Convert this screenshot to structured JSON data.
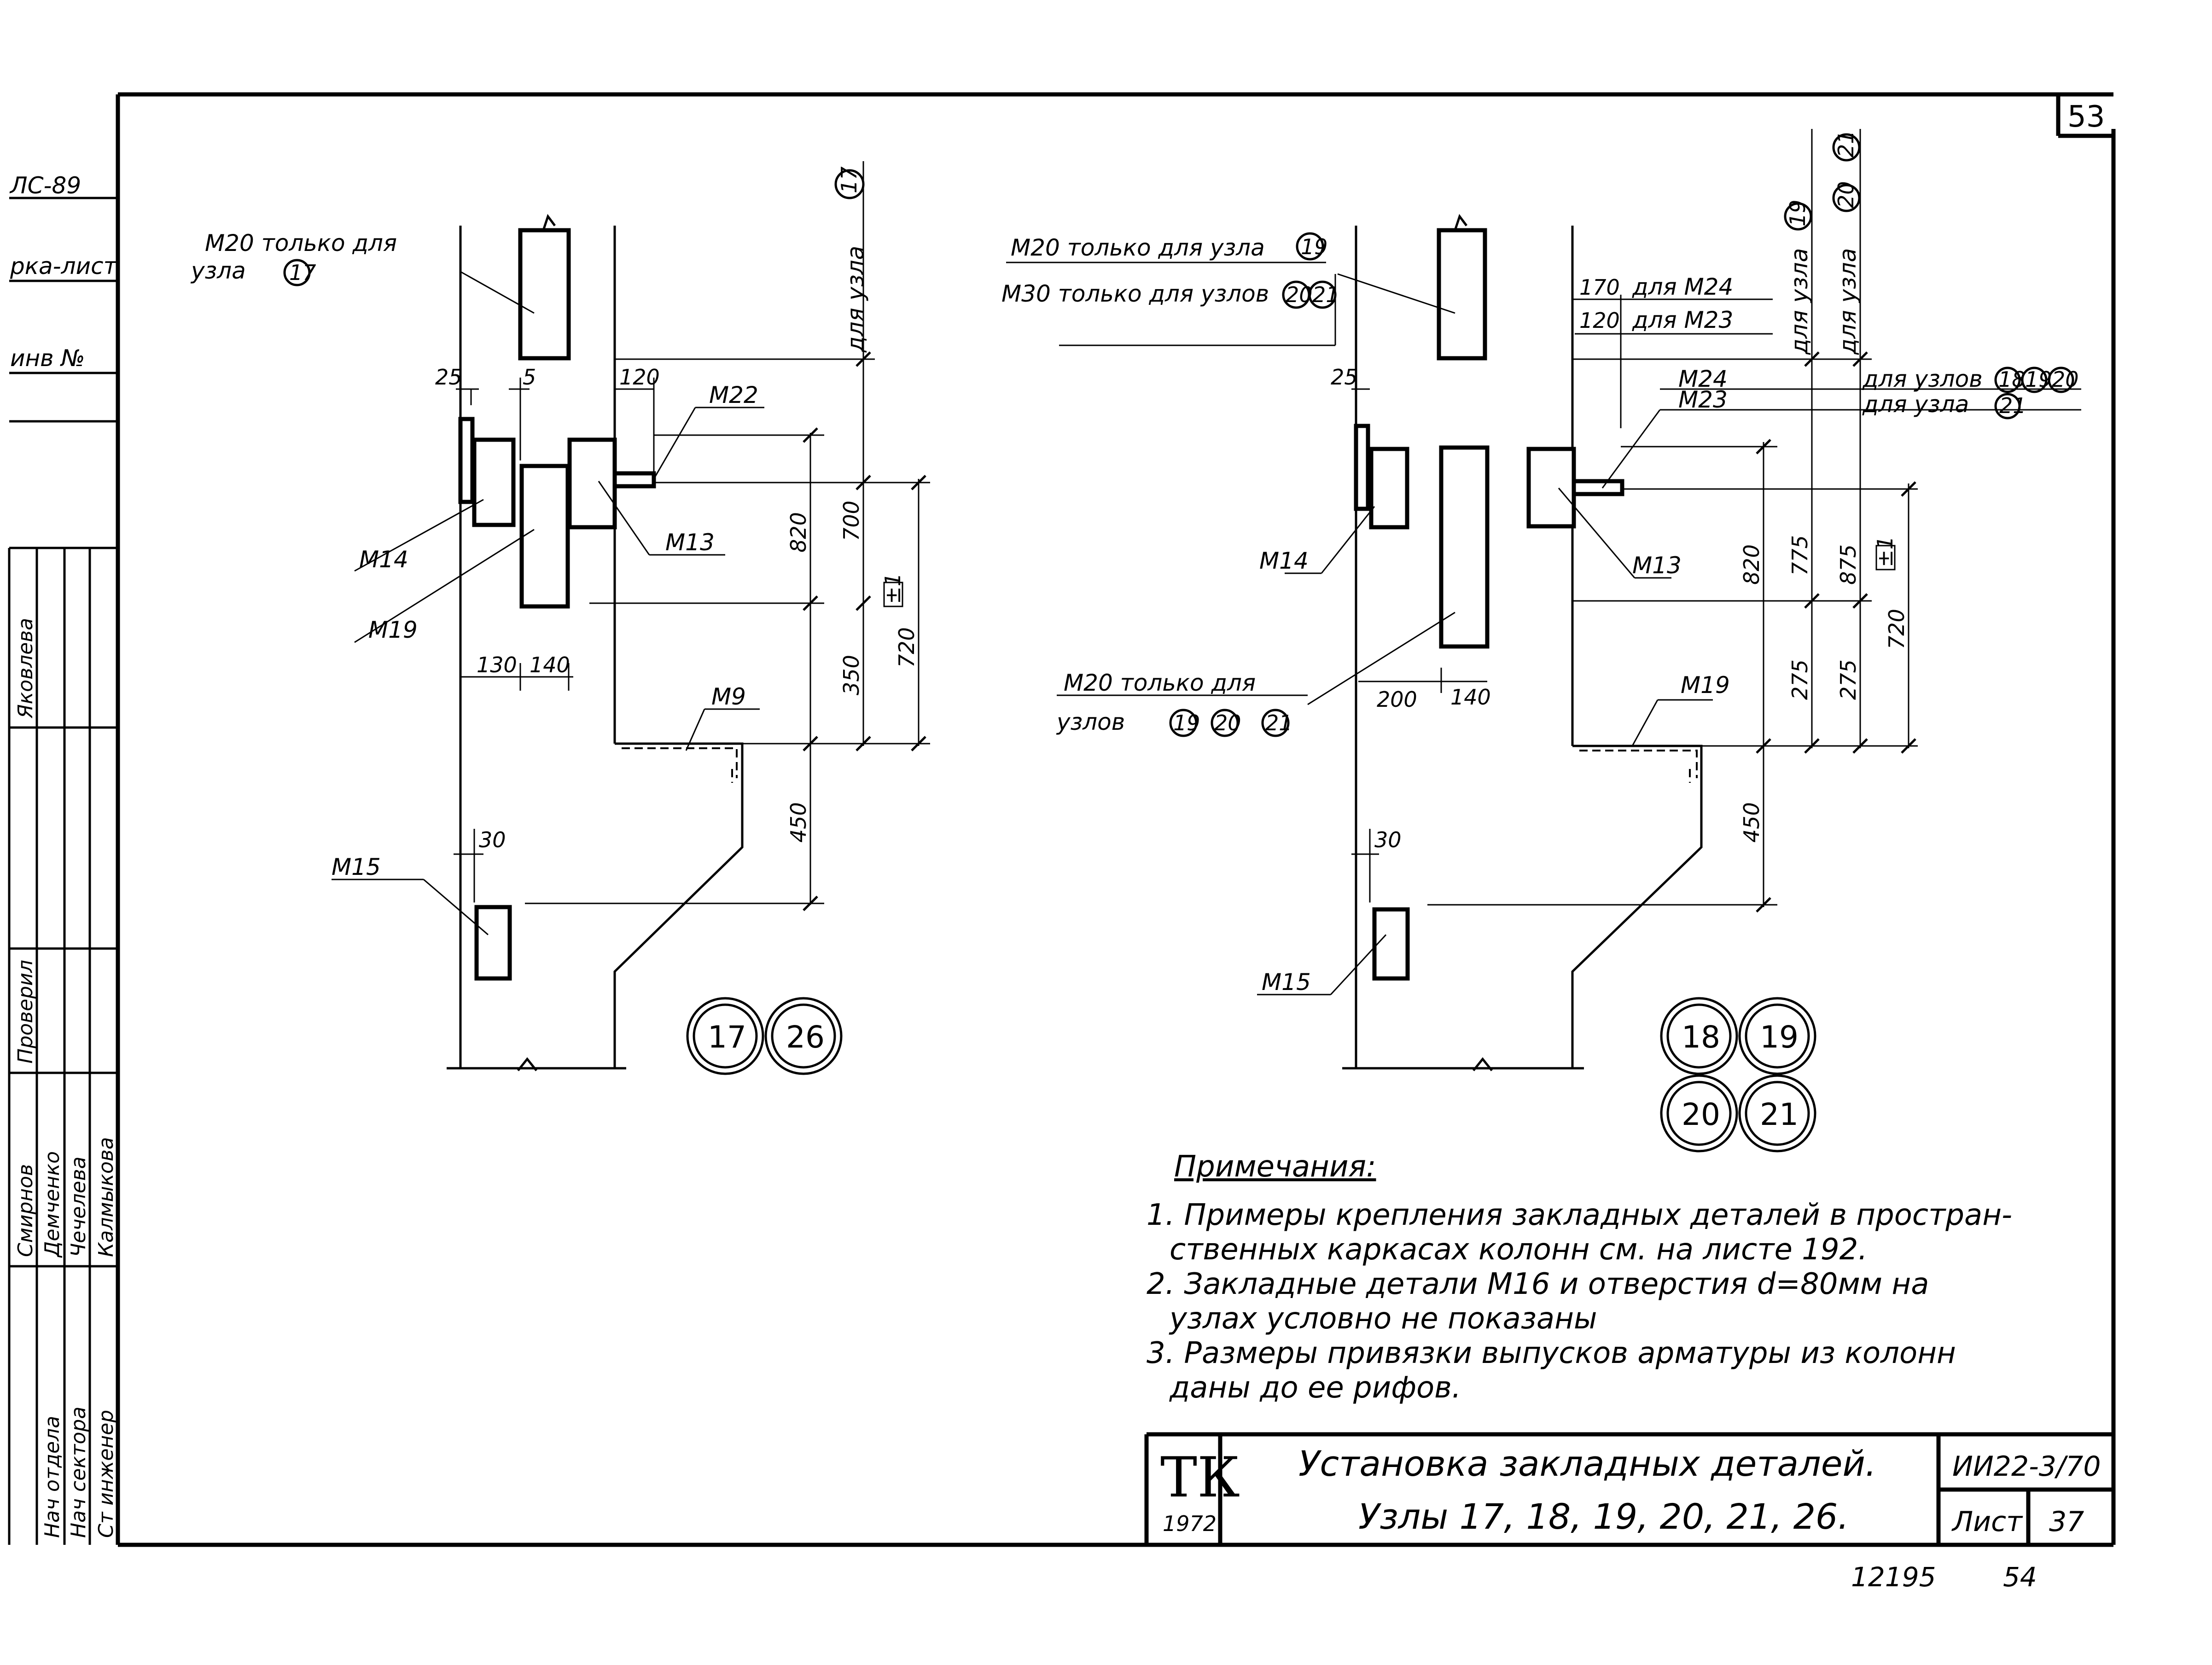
{
  "sheet_corner_number": "53",
  "stamp_number": "12195",
  "stamp_page": "54",
  "left_margin_fragments": [
    "ЛС-89",
    "рка-лист",
    "инв №"
  ],
  "title_block": {
    "tk_label": "ТК",
    "tk_year": "1972",
    "title_line1": "Установка закладных деталей.",
    "title_line2": "Узлы 17, 18, 19, 20, 21, 26.",
    "doc_code": "ИИ22-3/70",
    "sheet_label": "Лист",
    "sheet_number": "37",
    "signatures": [
      {
        "role": "Нач отдела",
        "name": "Демченко"
      },
      {
        "role": "Нач сектора",
        "name": "Чечелева"
      },
      {
        "role": "Ст инженер",
        "name": "Калмыкова"
      },
      {
        "role": "Проверил",
        "name": "Яковлева"
      },
      {
        "role": "",
        "name": "Смирнов"
      }
    ]
  },
  "left_detail": {
    "note_m20": "М20 только для",
    "note_m20_node": "узла",
    "note_m20_node_num": "17",
    "for_node_label": "для узла",
    "for_node_num": "17",
    "parts": {
      "m14": "М14",
      "m19": "М19",
      "m22": "М22",
      "m13": "М13",
      "m9": "М9",
      "m15": "М15"
    },
    "dims": {
      "d25": "25",
      "d5": "5",
      "d120": "120",
      "d130": "130",
      "d140": "140",
      "d30": "30",
      "d820": "820",
      "d700": "700",
      "d350": "350",
      "d720": "720",
      "d450": "450",
      "tol": "±1"
    },
    "nodes": [
      "17",
      "26"
    ]
  },
  "right_detail": {
    "note_m20": "М20 только для узла",
    "note_m20_node": "19",
    "note_m30": "М30 только для узлов",
    "note_m30_nodes": [
      "20",
      "21"
    ],
    "note_m20_bottom": "М20 только для",
    "note_m20_bottom_2": "узлов",
    "note_m20_bottom_nodes": [
      "19",
      "20",
      "21"
    ],
    "for_m24": "для М24",
    "for_m23": "для М23",
    "for_nodes_label": "для узлов",
    "for_nodes_nums": [
      "18",
      "19",
      "20"
    ],
    "for_node_label": "для узла",
    "for_node_num": "21",
    "vert_for_node": "для узла",
    "vert_for_node_num": "19",
    "vert_for_node2": "для узла",
    "vert_for_node2_nums": [
      "20",
      "21"
    ],
    "parts": {
      "m24": "М24",
      "m23": "М23",
      "m14": "М14",
      "m13": "М13",
      "m19": "М19",
      "m15": "М15"
    },
    "dims": {
      "d170": "170",
      "d120": "120",
      "d25": "25",
      "d200": "200",
      "d140": "140",
      "d30": "30",
      "d820": "820",
      "d775": "775",
      "d875": "875",
      "d720": "720",
      "d275a": "275",
      "d275b": "275",
      "d450": "450",
      "tol": "±1"
    },
    "nodes": [
      "18",
      "19",
      "20",
      "21"
    ]
  },
  "notes": {
    "heading": "Примечания:",
    "items": [
      "1. Примеры крепления закладных деталей в простран-",
      "ственных каркасах колонн см. на листе 192.",
      "2. Закладные детали М16 и отверстия d=80мм на",
      "узлах условно не показаны",
      "3. Размеры привязки выпусков арматуры из колонн",
      "даны до ее рифов."
    ]
  }
}
